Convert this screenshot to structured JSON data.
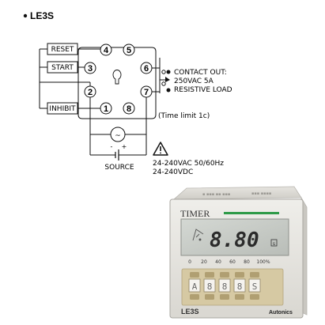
{
  "heading": "LE3S",
  "inputs": {
    "reset": "RESET",
    "start": "START",
    "inhibit": "INHIBIT"
  },
  "pins": [
    "1",
    "2",
    "3",
    "4",
    "5",
    "6",
    "7",
    "8"
  ],
  "contact": {
    "line1": "CONTACT OUT:",
    "line2": "250VAC 5A",
    "line3": "RESISTIVE LOAD",
    "note": "(Time limit 1c)"
  },
  "source": {
    "label": "SOURCE",
    "minus": "-",
    "plus": "+",
    "ac_symbol": "~",
    "warning_icon": "warning-triangle-icon",
    "spec1": "24-240VAC 50/60Hz",
    "spec2": "24-240VDC"
  },
  "device": {
    "brand_label": "TIMER",
    "display_value": "8.80",
    "display_unit": "s",
    "scale": [
      "0",
      "20",
      "40",
      "60",
      "80",
      "100%"
    ],
    "switches": [
      "A",
      "8",
      "8",
      "8",
      "S"
    ],
    "model": "LE3S",
    "maker": "Autonics",
    "body_color": "#e8e6e1",
    "lcd_color": "#c7cbc6",
    "accent_green": "#2e9a48",
    "switch_color": "#e9dcb6"
  }
}
